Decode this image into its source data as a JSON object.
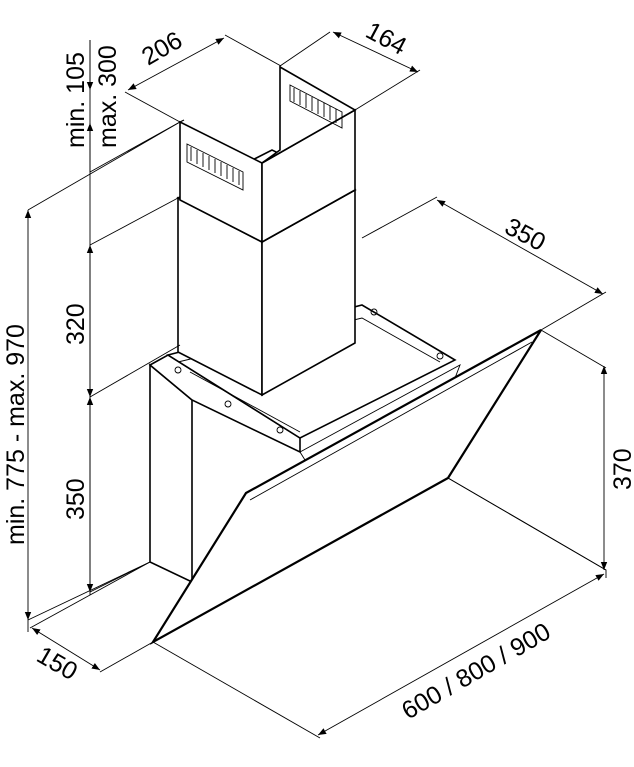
{
  "diagram": {
    "type": "technical-dimension-drawing",
    "dimensions": {
      "chimney_width": "206",
      "chimney_depth": "164",
      "chimney_extension": {
        "min": "min. 105",
        "max": "max. 300"
      },
      "upper_chimney_height": "320",
      "lower_chimney_height": "350",
      "total_height": "min. 775 - max. 970",
      "hood_depth_top": "350",
      "glass_height": "370",
      "base_depth": "150",
      "width_options": "600 / 800 / 900"
    }
  }
}
